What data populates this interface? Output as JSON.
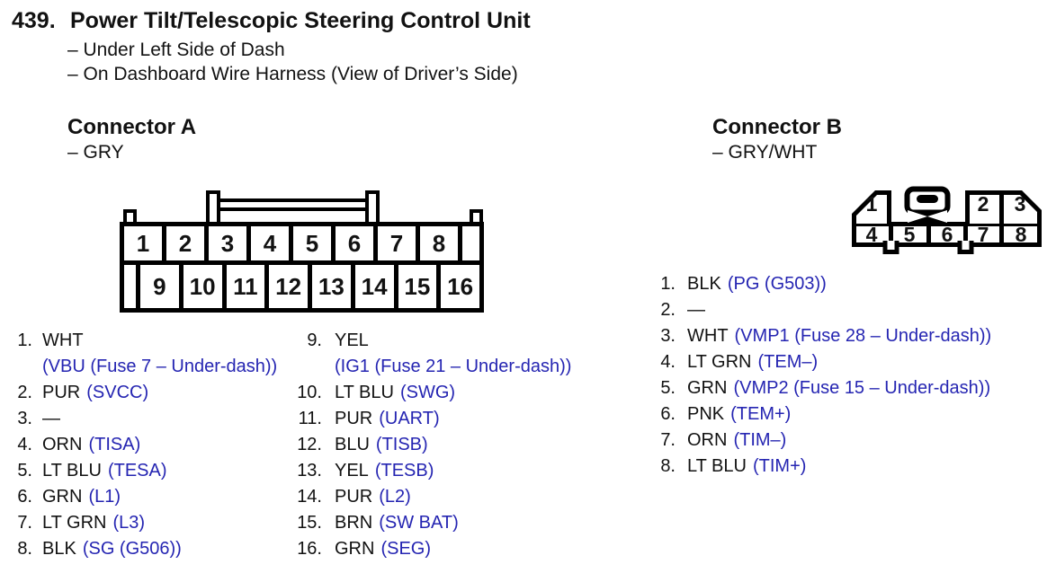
{
  "page": {
    "section_number": "439.",
    "title": "Power Tilt/Telescopic Steering Control Unit",
    "location_lines": [
      "– Under Left Side of Dash",
      "– On Dashboard Wire Harness (View of Driver’s Side)"
    ]
  },
  "colors": {
    "signal_blue": "#2525b2",
    "text_black": "#121212",
    "line_black": "#000000"
  },
  "connector_a": {
    "title": "Connector A",
    "color_label": "– GRY",
    "diagram": {
      "top_row_pins": [
        "1",
        "2",
        "3",
        "4",
        "5",
        "6",
        "7",
        "8"
      ],
      "bottom_row_pins": [
        "9",
        "10",
        "11",
        "12",
        "13",
        "14",
        "15",
        "16"
      ]
    },
    "pins_left": [
      {
        "num": "1.",
        "wire": "WHT",
        "signal_line2": "(VBU (Fuse 7 – Under-dash))"
      },
      {
        "num": "2.",
        "wire": "PUR",
        "signal": "(SVCC)"
      },
      {
        "num": "3.",
        "wire": "—"
      },
      {
        "num": "4.",
        "wire": "ORN",
        "signal": "(TISA)"
      },
      {
        "num": "5.",
        "wire": "LT BLU",
        "signal": "(TESA)"
      },
      {
        "num": "6.",
        "wire": "GRN",
        "signal": "(L1)"
      },
      {
        "num": "7.",
        "wire": "LT GRN",
        "signal": "(L3)"
      },
      {
        "num": "8.",
        "wire": "BLK",
        "signal": "(SG (G506))"
      }
    ],
    "pins_right": [
      {
        "num": "9.",
        "wire": "YEL",
        "signal_line2": "(IG1 (Fuse 21 – Under-dash))"
      },
      {
        "num": "10.",
        "wire": "LT BLU",
        "signal": "(SWG)"
      },
      {
        "num": "11.",
        "wire": "PUR",
        "signal": "(UART)"
      },
      {
        "num": "12.",
        "wire": "BLU",
        "signal": "(TISB)"
      },
      {
        "num": "13.",
        "wire": "YEL",
        "signal": "(TESB)"
      },
      {
        "num": "14.",
        "wire": "PUR",
        "signal": "(L2)"
      },
      {
        "num": "15.",
        "wire": "BRN",
        "signal": "(SW BAT)"
      },
      {
        "num": "16.",
        "wire": "GRN",
        "signal": "(SEG)"
      }
    ]
  },
  "connector_b": {
    "title": "Connector B",
    "color_label": "– GRY/WHT",
    "diagram": {
      "top_row_pins": [
        "1",
        "2",
        "3"
      ],
      "bottom_row_pins": [
        "4",
        "5",
        "6",
        "7",
        "8"
      ]
    },
    "pins": [
      {
        "num": "1.",
        "wire": "BLK",
        "signal": "(PG (G503))"
      },
      {
        "num": "2.",
        "wire": "—"
      },
      {
        "num": "3.",
        "wire": "WHT",
        "signal": "(VMP1 (Fuse 28 – Under-dash))"
      },
      {
        "num": "4.",
        "wire": "LT GRN",
        "signal": "(TEM–)"
      },
      {
        "num": "5.",
        "wire": "GRN",
        "signal": "(VMP2 (Fuse 15 – Under-dash))"
      },
      {
        "num": "6.",
        "wire": "PNK",
        "signal": "(TEM+)"
      },
      {
        "num": "7.",
        "wire": "ORN",
        "signal": "(TIM–)"
      },
      {
        "num": "8.",
        "wire": "LT BLU",
        "signal": "(TIM+)"
      }
    ]
  }
}
